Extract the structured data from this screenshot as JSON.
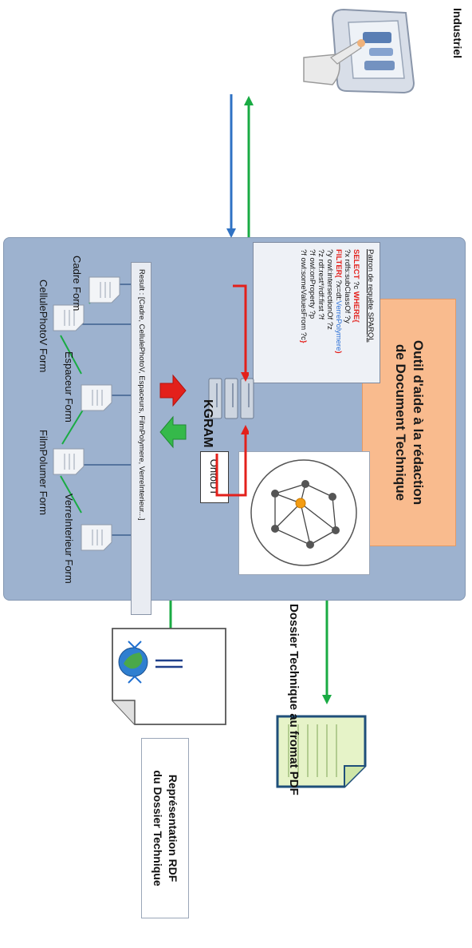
{
  "industriel": {
    "label": "Industriel"
  },
  "main_panel": {
    "title_line1": "Outil d'aide à la rédaction",
    "title_line2": "de Document Technique"
  },
  "sparql": {
    "title": "Patron de requête SPARQL",
    "line1_select": "SELECT",
    "line1_var": " ?c ",
    "line1_where": "WHERE{",
    "line2": "?x rdfs:subClassOf ?y",
    "line3_filter": "FILTER(",
    "line3_mid": " ?x=dt:",
    "line3_class": "VerrePolymere",
    "line3_end": ")",
    "line4": "?y owl:intersectionOf ?z",
    "line5": "?z rdf:rest*/rdf:first ?f",
    "line6": "?f owl:onProperty ?p",
    "line7_start": "?f owl:someValuesFrom ?c",
    "line7_end": "}"
  },
  "ontology": {
    "label": "OntoDT"
  },
  "kgram": {
    "label": "KGRAM"
  },
  "result": {
    "text": "Result : [Cadre, CellulePhotoV, Espaceurs, FilmPolymere, VerreInterieur...]"
  },
  "forms": [
    {
      "label": "Cadre Form"
    },
    {
      "label": "CellulePhotoV Form"
    },
    {
      "label": "Espaceur Form"
    },
    {
      "label": "FilmPolumer Form"
    },
    {
      "label": "VerreInterieur Form"
    }
  ],
  "outputs": {
    "pdf_label": "Dossier Technique au fromat PDF",
    "rdf_line1": "Représentation RDF",
    "rdf_line2": "du Dossier Technique"
  },
  "colors": {
    "panel": "#9db2cf",
    "title_box": "#f9bb8e",
    "arrow_blue": "#2f72c4",
    "arrow_green": "#19ab43",
    "arrow_red": "#e3201b",
    "document_green": "#e6f3c8",
    "document_border": "#1f4f7a"
  }
}
